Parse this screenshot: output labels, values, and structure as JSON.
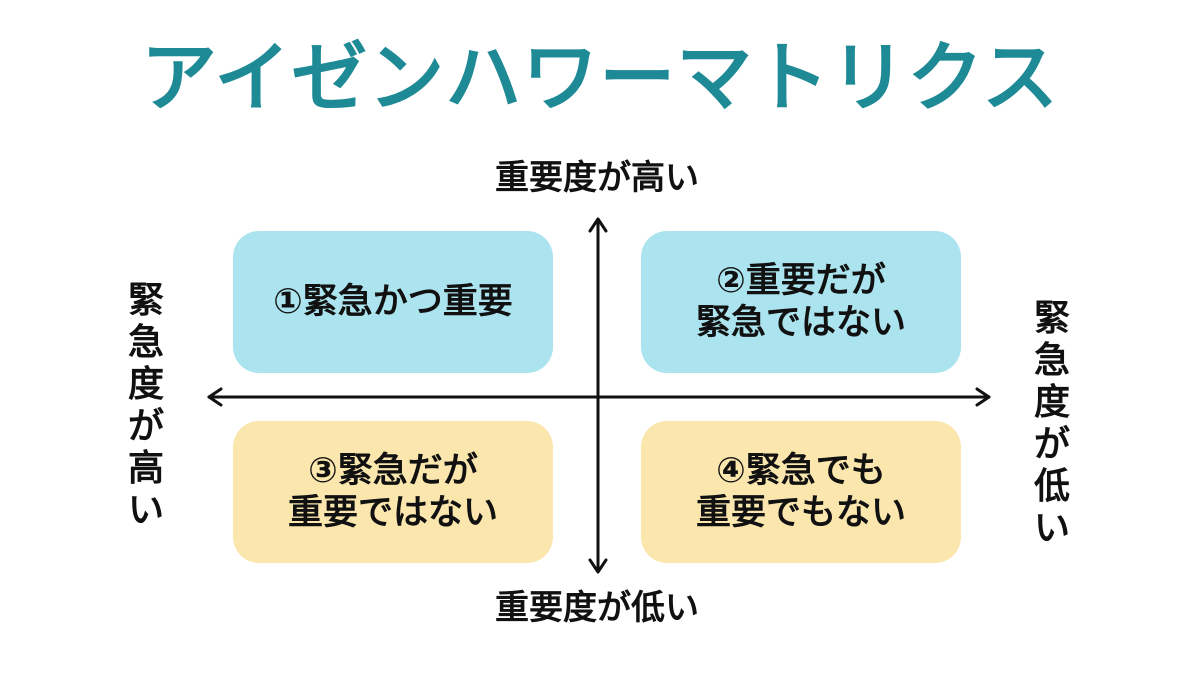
{
  "title": "アイゼンハワーマトリクス",
  "colors": {
    "title": "#1e8a96",
    "important_fill": "#abe3ee",
    "not_important_fill": "#fbe7ae",
    "axis": "#111111"
  },
  "axis_labels": {
    "top": "重要度が高い",
    "bottom": "重要度が低い",
    "left": "緊急度が高い",
    "right": "緊急度が低い"
  },
  "quadrants": [
    {
      "lines": [
        "①緊急かつ重要"
      ]
    },
    {
      "lines": [
        "②重要だが",
        "緊急ではない"
      ]
    },
    {
      "lines": [
        "③緊急だが",
        "重要ではない"
      ]
    },
    {
      "lines": [
        "④緊急でも",
        "重要でもない"
      ]
    }
  ]
}
